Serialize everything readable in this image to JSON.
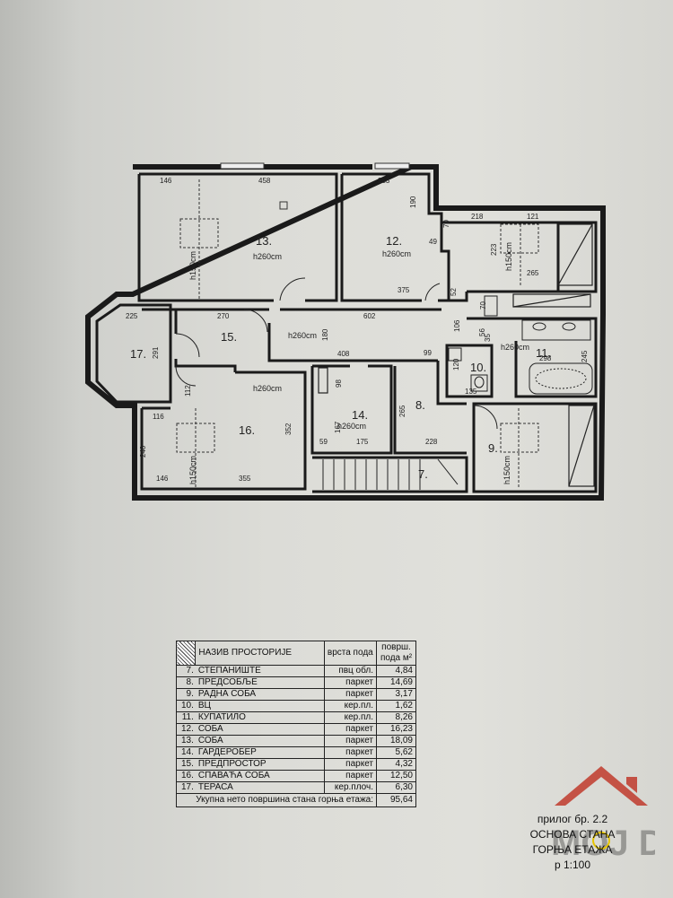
{
  "rooms": [
    {
      "no": "7.",
      "h": ""
    },
    {
      "no": "8.",
      "h": ""
    },
    {
      "no": "9.",
      "h": "h150cm"
    },
    {
      "no": "10.",
      "h": ""
    },
    {
      "no": "11.",
      "h": "h260cm"
    },
    {
      "no": "12.",
      "h": "h260cm"
    },
    {
      "no": "13.",
      "h": "h260cm"
    },
    {
      "no": "14.",
      "h": "h260cm"
    },
    {
      "no": "15.",
      "h": "h260cm"
    },
    {
      "no": "16.",
      "h": "h260cm"
    },
    {
      "no": "17.",
      "h": ""
    }
  ],
  "plan_labels": {
    "h150_13": "h150cm",
    "h150_12": "h150cm",
    "h150_16": "h150cm"
  },
  "dimensions": [
    "146",
    "458",
    "253",
    "190",
    "218",
    "121",
    "70",
    "49",
    "223",
    "265",
    "375",
    "52",
    "225",
    "270",
    "602",
    "106",
    "70",
    "35",
    "56",
    "298",
    "245",
    "291",
    "180",
    "408",
    "99",
    "120",
    "135",
    "112",
    "116",
    "98",
    "265",
    "167",
    "59",
    "175",
    "228",
    "240",
    "352",
    "146",
    "355"
  ],
  "table": {
    "headers": {
      "name": "НАЗИВ ПРОСТОРИЈЕ",
      "floor": "врста пода",
      "area": "површ. пода м²"
    },
    "rows": [
      {
        "no": "7.",
        "name": "СТЕПАНИШТЕ",
        "floor": "пвц обл.",
        "area": "4,84"
      },
      {
        "no": "8.",
        "name": "ПРЕДСОБЉЕ",
        "floor": "паркет",
        "area": "14,69"
      },
      {
        "no": "9.",
        "name": "РАДНА СОБА",
        "floor": "паркет",
        "area": "3,17"
      },
      {
        "no": "10.",
        "name": "ВЦ",
        "floor": "кер.пл.",
        "area": "1,62"
      },
      {
        "no": "11.",
        "name": "КУПАТИЛО",
        "floor": "кер.пл.",
        "area": "8,26"
      },
      {
        "no": "12.",
        "name": "СОБА",
        "floor": "паркет",
        "area": "16,23"
      },
      {
        "no": "13.",
        "name": "СОБА",
        "floor": "паркет",
        "area": "18,09"
      },
      {
        "no": "14.",
        "name": "ГАРДЕРОБЕР",
        "floor": "паркет",
        "area": "5,62"
      },
      {
        "no": "15.",
        "name": "ПРЕДПРОСТОР",
        "floor": "паркет",
        "area": "4,32"
      },
      {
        "no": "16.",
        "name": "СПАВАЋА СОБА",
        "floor": "паркет",
        "area": "12,50"
      },
      {
        "no": "17.",
        "name": "ТЕРАСА",
        "floor": "кер.плоч.",
        "area": "6,30"
      }
    ],
    "total_label": "Укупна нето површина стана горња етажа:",
    "total_value": "95,64"
  },
  "stamp": {
    "line1": "прилог бр. 2.2",
    "line2": "ОСНОВА СТАНА",
    "line3": "ГОРЊА ЕТАЖА",
    "line4": "р 1:100"
  },
  "watermark": {
    "text": "MOJ DOM",
    "color": "#c0392b"
  }
}
